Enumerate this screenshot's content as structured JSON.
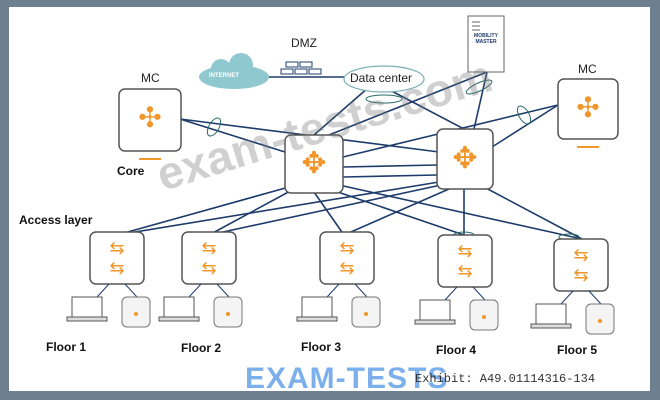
{
  "title_dmz": "DMZ",
  "internet": "INTERNET",
  "data_center": "Data center",
  "mobility_master": "MOBILITY MASTER",
  "mc_left": "MC",
  "mc_right": "MC",
  "core": "Core",
  "access_layer": "Access layer",
  "floors": [
    "Floor 1",
    "Floor 2",
    "Floor 3",
    "Floor 4",
    "Floor 5"
  ],
  "watermark": "exam-tests.com",
  "brand": "EXAM-TESTS",
  "exhibit": "Exhibit: A49.01114316-134",
  "colors": {
    "link": "#1d3c6b",
    "orange": "#f0962a",
    "frame": "#6e7f8f",
    "cloud": "#8fc9cf"
  }
}
